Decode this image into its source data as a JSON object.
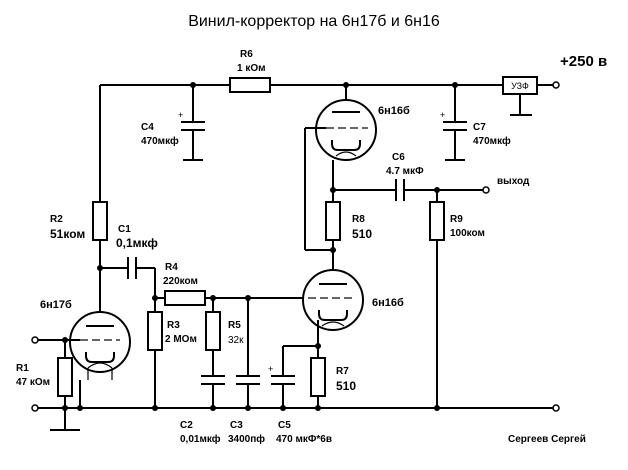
{
  "title": "Винил-корректор на 6н17б и 6н16",
  "author": "Сергеев Сергей",
  "supply": "+250 в",
  "output": "выход",
  "filter": "УЗФ",
  "tubes": {
    "v1": "6н17б",
    "v2": "6н16б",
    "v3": "6н16б"
  },
  "parts": {
    "R1": {
      "ref": "R1",
      "value": "47 кОм"
    },
    "R2": {
      "ref": "R2",
      "value": "51ком"
    },
    "R3": {
      "ref": "R3",
      "value": "2 МОм"
    },
    "R4": {
      "ref": "R4",
      "value": "220ком"
    },
    "R5": {
      "ref": "R5",
      "value": "32к"
    },
    "R6": {
      "ref": "R6",
      "value": "1 кОм"
    },
    "R7": {
      "ref": "R7",
      "value": "510"
    },
    "R8": {
      "ref": "R8",
      "value": "510"
    },
    "R9": {
      "ref": "R9",
      "value": "100ком"
    },
    "C1": {
      "ref": "C1",
      "value": "0,1мкф"
    },
    "C2": {
      "ref": "C2",
      "value": "0,01мкф"
    },
    "C3": {
      "ref": "C3",
      "value": "3400пф"
    },
    "C4": {
      "ref": "C4",
      "value": "470мкф"
    },
    "C5": {
      "ref": "C5",
      "value": "470 мкФ*6в"
    },
    "C6": {
      "ref": "C6",
      "value": "4.7 мкФ"
    },
    "C7": {
      "ref": "C7",
      "value": "470мкф"
    }
  },
  "plus_sign": "+"
}
